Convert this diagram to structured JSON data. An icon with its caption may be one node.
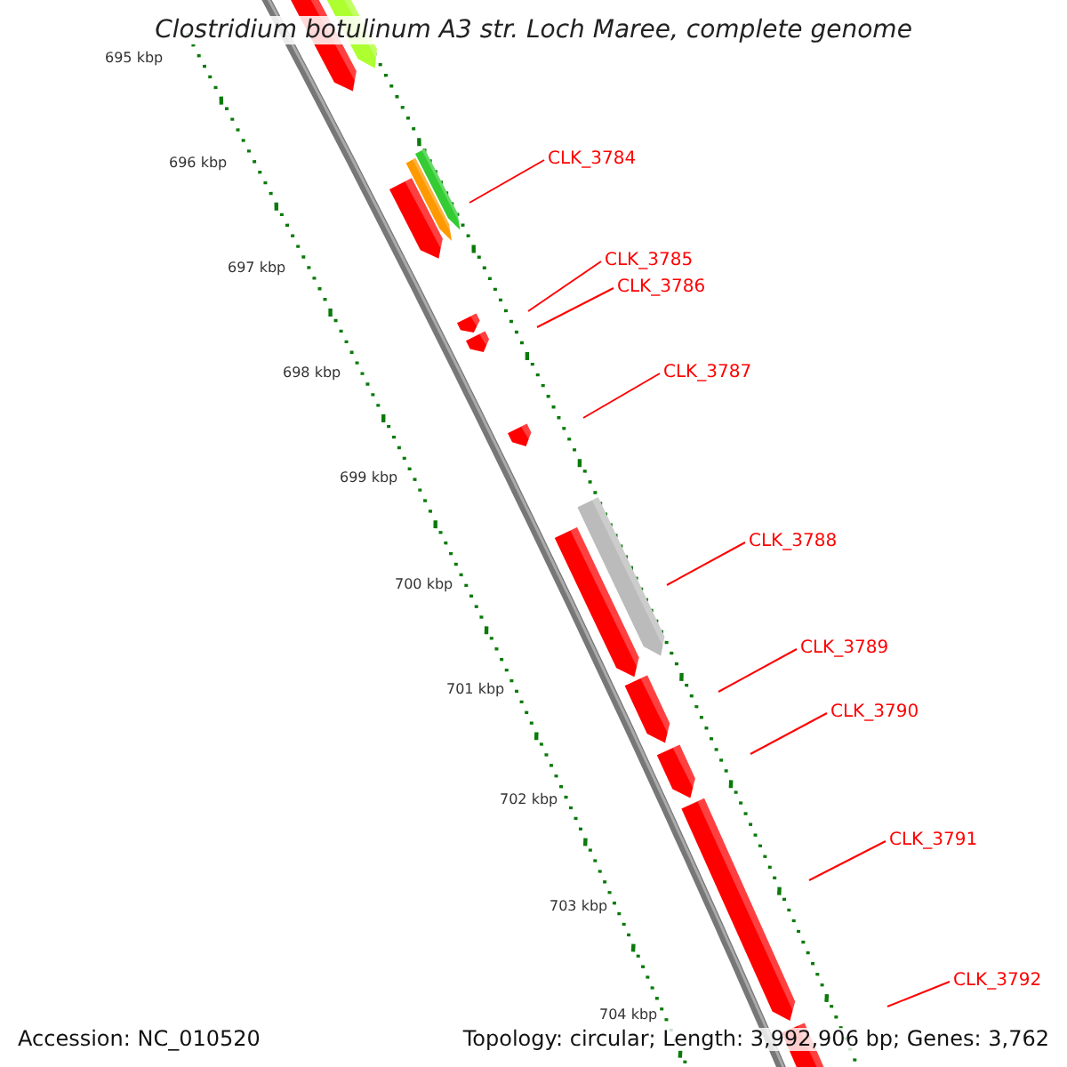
{
  "diagram": {
    "title": "Clostridium botulinum A3 str. Loch Maree, complete genome",
    "nodes": [
      {
        "text": [
          "CLK_3784"
        ]
      },
      {
        "text": [
          "CLK_3785"
        ]
      },
      {
        "text": [
          "CLK_3786"
        ]
      },
      {
        "text": [
          "CLK_3787"
        ]
      },
      {
        "text": [
          "CLK_3788"
        ]
      },
      {
        "text": [
          "CLK_3789"
        ]
      },
      {
        "text": [
          "CLK_3790"
        ]
      },
      {
        "text": [
          "CLK_3791"
        ]
      },
      {
        "text": [
          "CLK_3792"
        ]
      }
    ],
    "edges": [
      {
        "from": 0,
        "to": null,
        "arrow": "none"
      },
      {
        "from": 1,
        "to": null,
        "arrow": "none"
      },
      {
        "from": 2,
        "to": null,
        "arrow": "none"
      },
      {
        "from": 3,
        "to": null,
        "arrow": "none"
      },
      {
        "from": 4,
        "to": null,
        "arrow": "none"
      },
      {
        "from": 5,
        "to": null,
        "arrow": "none"
      },
      {
        "from": 6,
        "to": null,
        "arrow": "none"
      },
      {
        "from": 7,
        "to": null,
        "arrow": "none"
      },
      {
        "from": 8,
        "to": null,
        "arrow": "none"
      }
    ],
    "labels": [
      "695 kbp",
      "696 kbp",
      "697 kbp",
      "698 kbp",
      "699 kbp",
      "700 kbp",
      "701 kbp",
      "702 kbp",
      "703 kbp",
      "704 kbp",
      "Accession: NC_010520",
      "Topology: circular; Length: 3,992,906 bp; Genes: 3,762"
    ]
  }
}
